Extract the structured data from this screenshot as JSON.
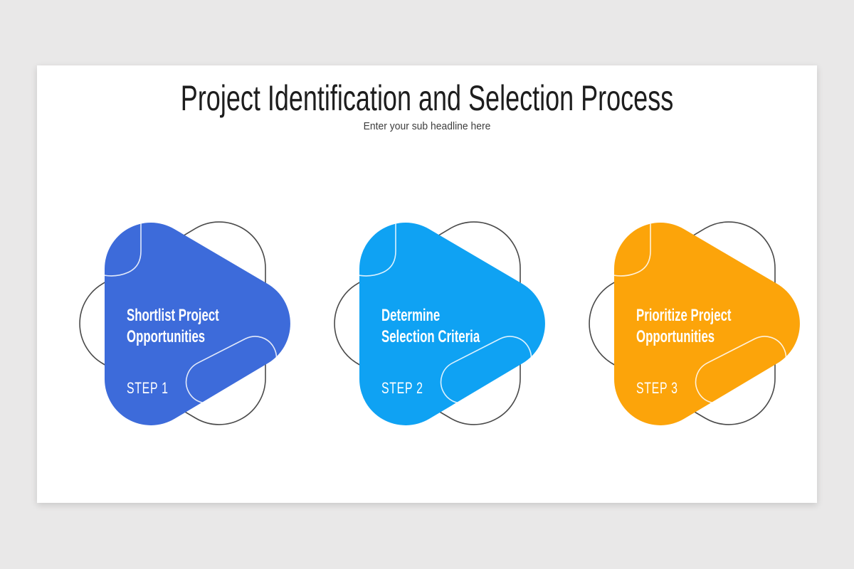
{
  "page": {
    "background_color": "#e9e8e8"
  },
  "slide": {
    "title": "Project Identification and Selection Process",
    "subtitle": "Enter your sub headline here"
  },
  "steps": [
    {
      "step_label": "STEP 1",
      "title_line1": "Shortlist Project",
      "title_line2": "Opportunities",
      "fill_color": "#3D6BDA"
    },
    {
      "step_label": "STEP 2",
      "title_line1": "Determine",
      "title_line2": "Selection Criteria",
      "fill_color": "#0FA2F3"
    },
    {
      "step_label": "STEP 3",
      "title_line1": "Prioritize Project",
      "title_line2": "Opportunities",
      "fill_color": "#FCA40A"
    }
  ],
  "decor": {
    "outline_color": "#4A4A4A",
    "inner_line_color": "#FFFFFF"
  }
}
